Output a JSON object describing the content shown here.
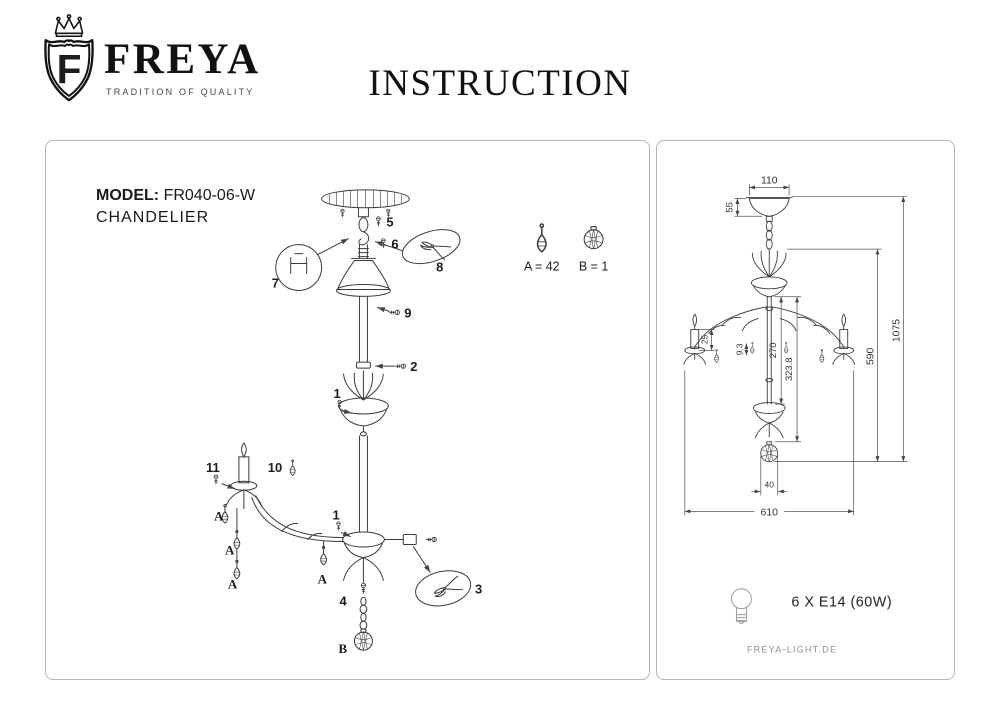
{
  "header": {
    "brand": "FREYA",
    "tagline": "TRADITION OF QUALITY",
    "title": "INSTRUCTION",
    "logo_letter": "F"
  },
  "model": {
    "label": "MODEL:",
    "value": "FR040-06-W",
    "product_type": "CHANDELIER"
  },
  "assembly": {
    "callouts": {
      "c1": "1",
      "c2": "2",
      "c3": "3",
      "c4": "4",
      "c5": "5",
      "c6": "6",
      "c7": "7",
      "c8": "8",
      "c9": "9",
      "c10": "10",
      "c11": "11"
    },
    "marks": {
      "a": "A",
      "b": "B"
    },
    "legend": {
      "a_count": "A = 42",
      "b_count": "B = 1"
    }
  },
  "dimensions": {
    "top_width": "110",
    "cup_height": "55",
    "total_height": "1075",
    "body_height": "590",
    "inner_height": "270",
    "lower_height": "323.8",
    "arm_diameter": "9.3",
    "candle_height": "25",
    "ball_diameter": "40",
    "overall_width": "610"
  },
  "specs": {
    "bulbs": "6 X E14 (60W)",
    "website": "FREYA-LIGHT.DE"
  },
  "icons": {
    "logo": "freya-crown-shield",
    "bulb": "light-bulb-outline",
    "pliers": "pliers-tool",
    "crystal_drop": "crystal-drop",
    "crystal_ball": "crystal-ball"
  },
  "colors": {
    "ink": "#3b3b3b",
    "border": "#b5b5b5",
    "muted": "#8f8f8f"
  }
}
